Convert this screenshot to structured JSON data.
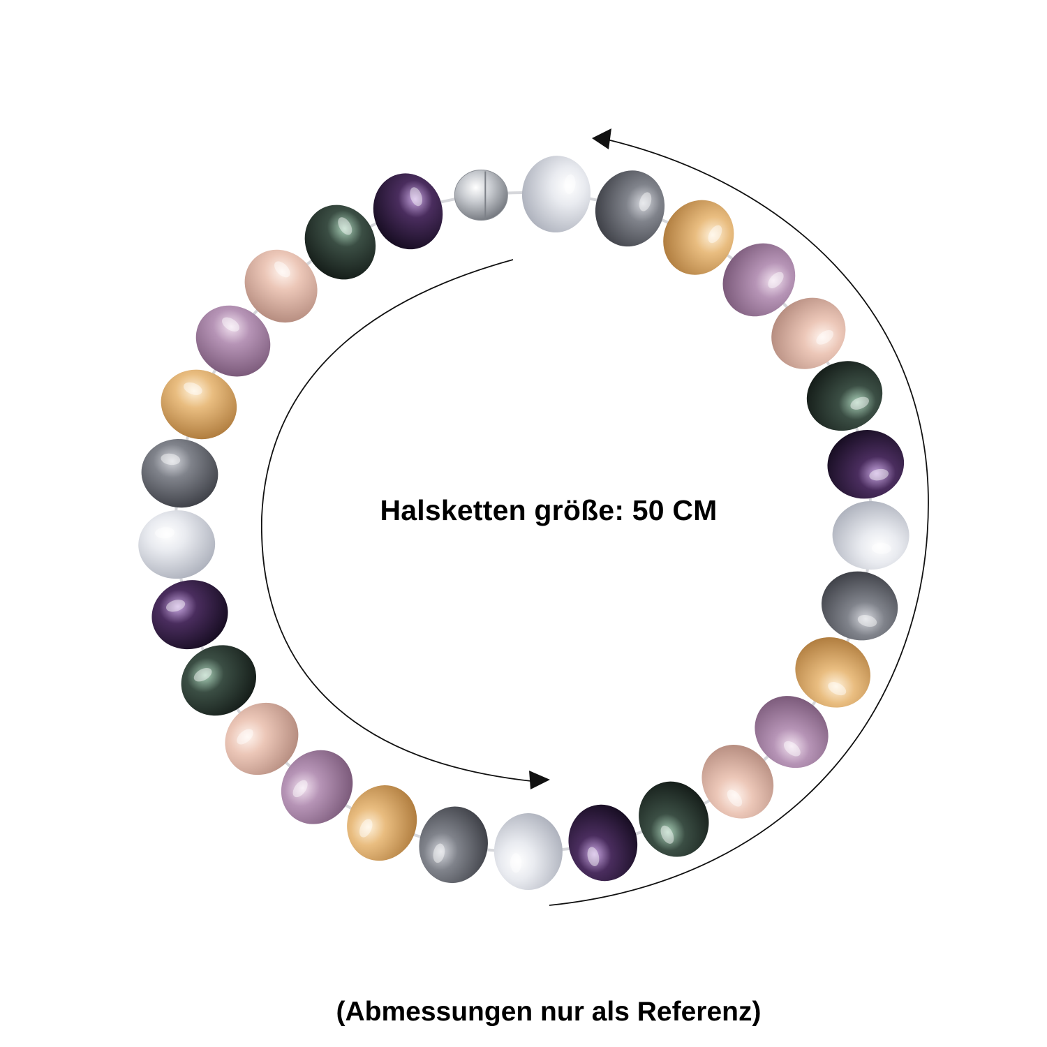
{
  "caption": {
    "size_text": "Halsketten größe: 50 CM",
    "note_text": "(Abmessungen nur als Referenz)"
  },
  "necklace": {
    "clasp": {
      "name": "magnetic-ball-clasp",
      "color": "#c9ccd1"
    },
    "pearls": [
      {
        "name": "pearl",
        "tone": "white"
      },
      {
        "name": "pearl",
        "tone": "grey"
      },
      {
        "name": "pearl",
        "tone": "gold"
      },
      {
        "name": "pearl",
        "tone": "mauve"
      },
      {
        "name": "pearl",
        "tone": "blush"
      },
      {
        "name": "pearl",
        "tone": "peacock-green"
      },
      {
        "name": "pearl",
        "tone": "peacock-purple"
      },
      {
        "name": "pearl",
        "tone": "white"
      },
      {
        "name": "pearl",
        "tone": "grey"
      },
      {
        "name": "pearl",
        "tone": "gold"
      },
      {
        "name": "pearl",
        "tone": "mauve"
      },
      {
        "name": "pearl",
        "tone": "blush"
      },
      {
        "name": "pearl",
        "tone": "peacock-green"
      },
      {
        "name": "pearl",
        "tone": "peacock-purple"
      },
      {
        "name": "pearl",
        "tone": "white"
      },
      {
        "name": "pearl",
        "tone": "grey"
      },
      {
        "name": "pearl",
        "tone": "gold"
      },
      {
        "name": "pearl",
        "tone": "mauve"
      },
      {
        "name": "pearl",
        "tone": "blush"
      },
      {
        "name": "pearl",
        "tone": "peacock-green"
      },
      {
        "name": "pearl",
        "tone": "peacock-purple"
      },
      {
        "name": "pearl",
        "tone": "white"
      },
      {
        "name": "pearl",
        "tone": "grey"
      },
      {
        "name": "pearl",
        "tone": "gold"
      },
      {
        "name": "pearl",
        "tone": "mauve"
      },
      {
        "name": "pearl",
        "tone": "blush"
      },
      {
        "name": "pearl",
        "tone": "peacock-green"
      },
      {
        "name": "pearl",
        "tone": "peacock-purple"
      }
    ],
    "tones": {
      "white": {
        "base": "#e9ebf0",
        "light": "#ffffff",
        "dark": "#aeb2bd"
      },
      "grey": {
        "base": "#80838b",
        "light": "#d6d8de",
        "dark": "#3f4148"
      },
      "gold": {
        "base": "#e9bd80",
        "light": "#fff2dc",
        "dark": "#b07d3f"
      },
      "mauve": {
        "base": "#b694b6",
        "light": "#f2e2f0",
        "dark": "#7b5a7a"
      },
      "blush": {
        "base": "#ecc7b8",
        "light": "#fff4ee",
        "dark": "#b68d80"
      },
      "peacock-green": {
        "base": "#3b4e44",
        "light": "#a9d0b8",
        "dark": "#151d19"
      },
      "peacock-purple": {
        "base": "#4a2d5e",
        "light": "#c7a6e0",
        "dark": "#170d22"
      }
    }
  },
  "arrows": {
    "stroke_color": "#111111"
  }
}
